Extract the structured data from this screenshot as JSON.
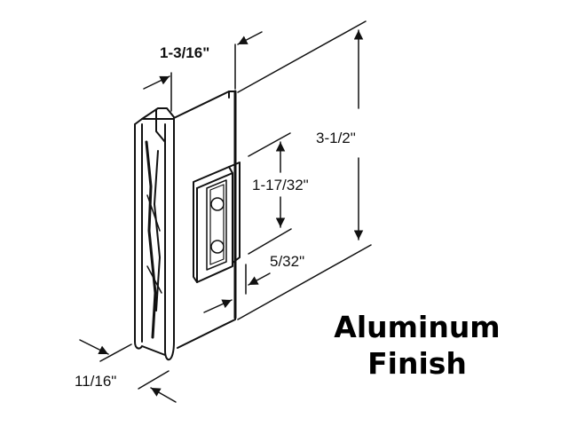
{
  "diagram": {
    "subject": "door latch strike / keeper with angled flange",
    "dimensions": {
      "flange_width": "1-3/16\"",
      "keeper_height": "1-17/32\"",
      "overall_height": "3-1/2\"",
      "keeper_offset": "5/32\"",
      "depth": "11/16\""
    },
    "caption": {
      "line1": "Aluminum",
      "line2": "Finish"
    },
    "colors": {
      "line": "#111111",
      "background": "#ffffff"
    }
  }
}
